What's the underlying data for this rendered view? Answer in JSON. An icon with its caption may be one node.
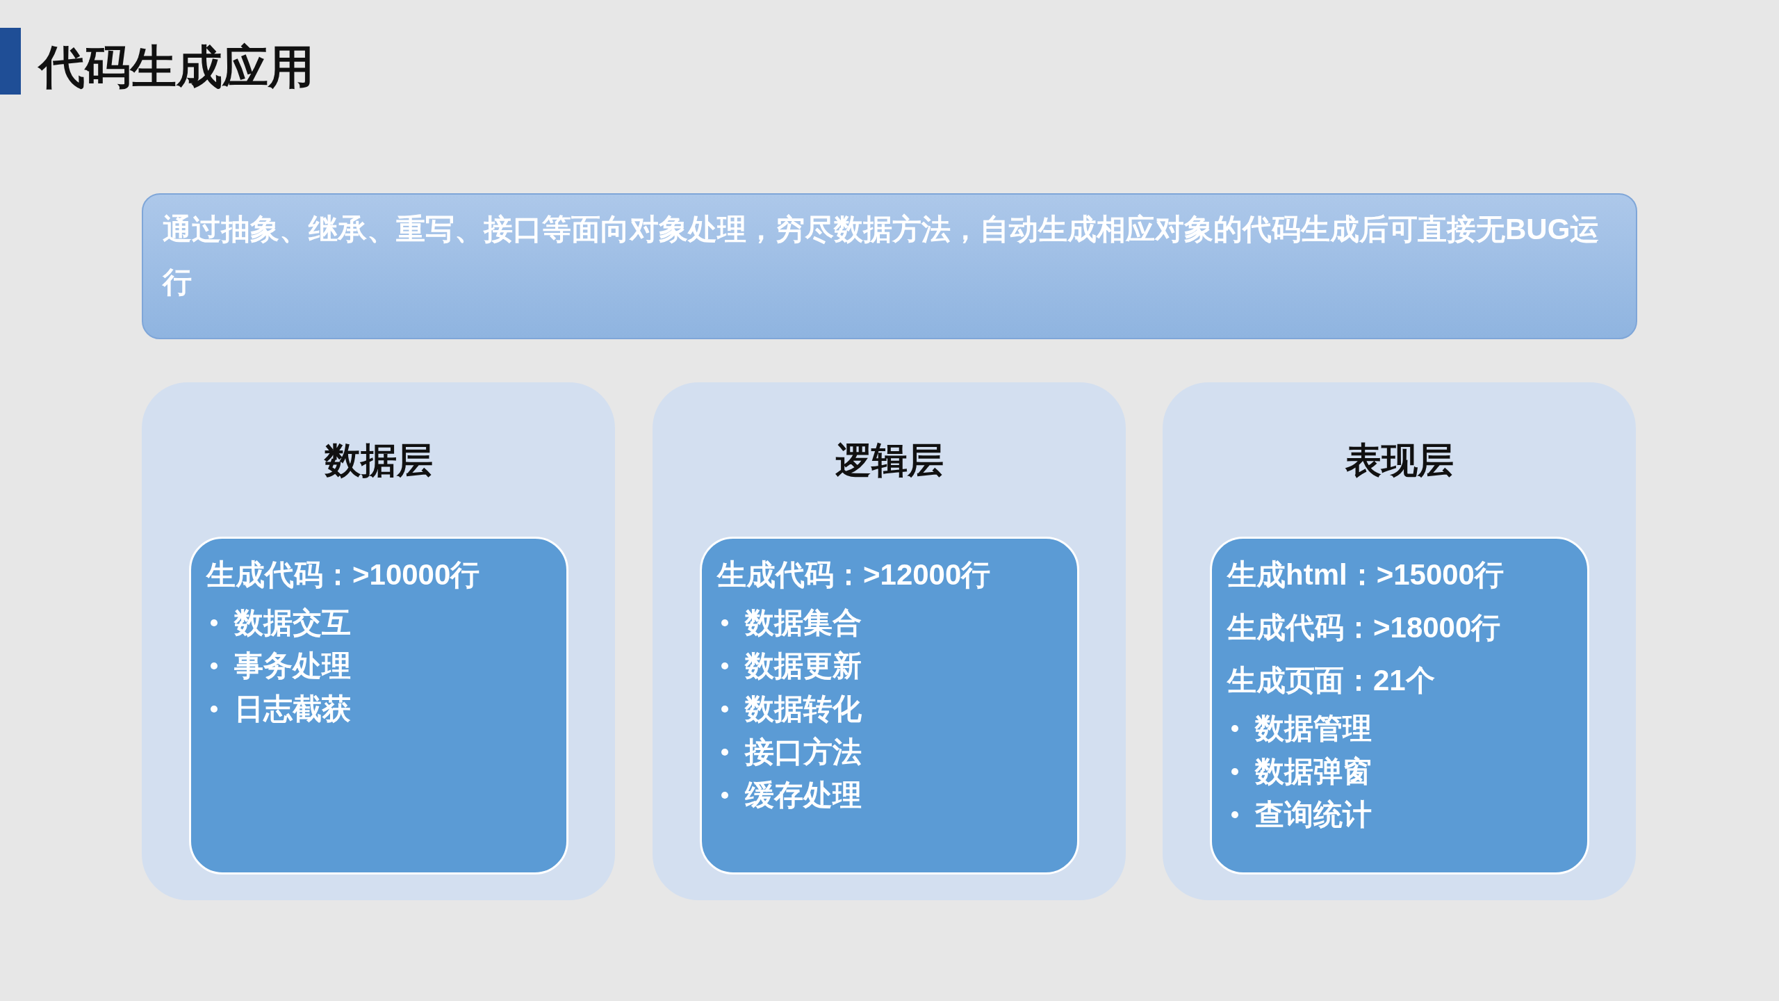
{
  "diagram": {
    "title": "代码生成应用",
    "nodes": [
      {
        "text": [
          "通过抽象、继承、重写、接口等面向对象处理，穷尽数据方法，自动生成相应对象的代码生成后可直接无BUG运行"
        ]
      },
      {
        "text": [
          "数据层"
        ]
      },
      {
        "text": [
          "生成代码：>10000行",
          "数据交互",
          "事务处理",
          "日志截获"
        ],
        "in": 1
      },
      {
        "text": [
          "逻辑层"
        ]
      },
      {
        "text": [
          "生成代码：>12000行",
          "数据集合",
          "数据更新",
          "数据转化",
          "接口方法",
          "缓存处理"
        ],
        "in": 3
      },
      {
        "text": [
          "表现层"
        ]
      },
      {
        "text": [
          "生成html：>15000行",
          "生成代码：>18000行",
          "生成页面：21个",
          "数据管理",
          "数据弹窗",
          "查询统计"
        ],
        "in": 5
      }
    ]
  }
}
